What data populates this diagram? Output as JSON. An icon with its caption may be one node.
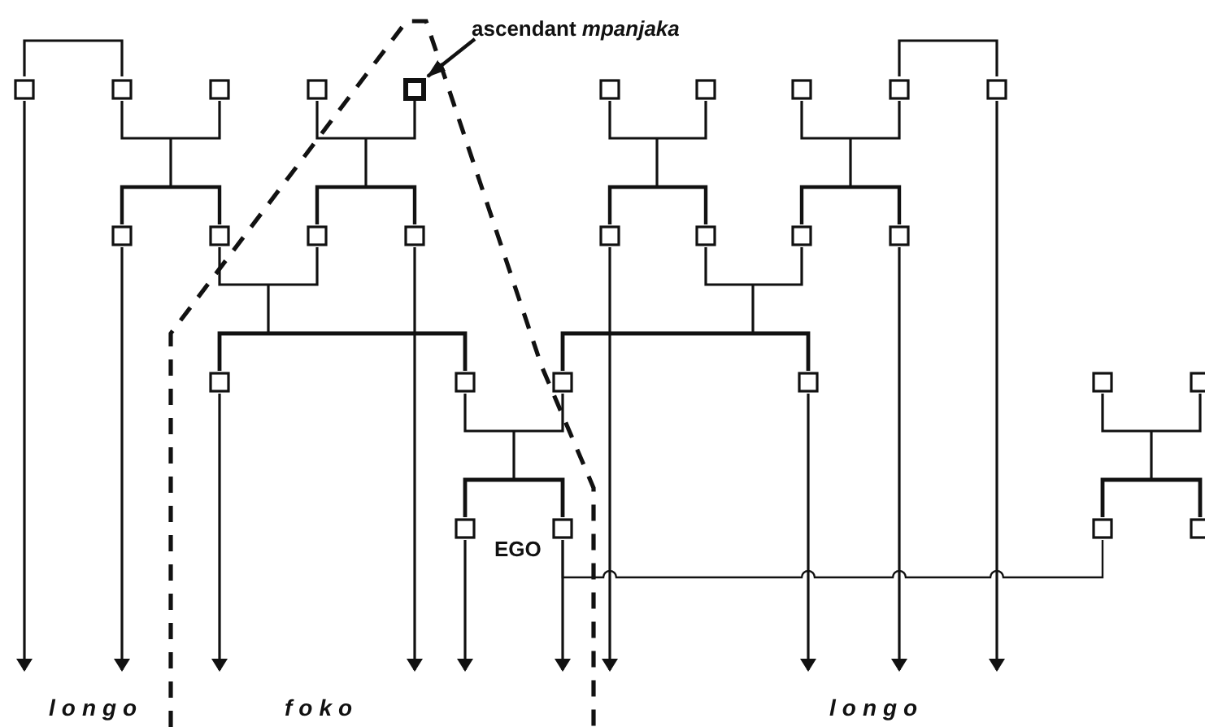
{
  "diagram": {
    "nodes": [
      {
        "text": [
          "ascendant *mpanjaka*"
        ]
      },
      {
        "text": [],
        "shape": "box"
      }
    ],
    "edges": [
      {
        "from": 0,
        "to": 1,
        "arrow": "to"
      }
    ],
    "labels": [
      "EGO",
      "longo",
      "foko",
      "longo"
    ]
  }
}
